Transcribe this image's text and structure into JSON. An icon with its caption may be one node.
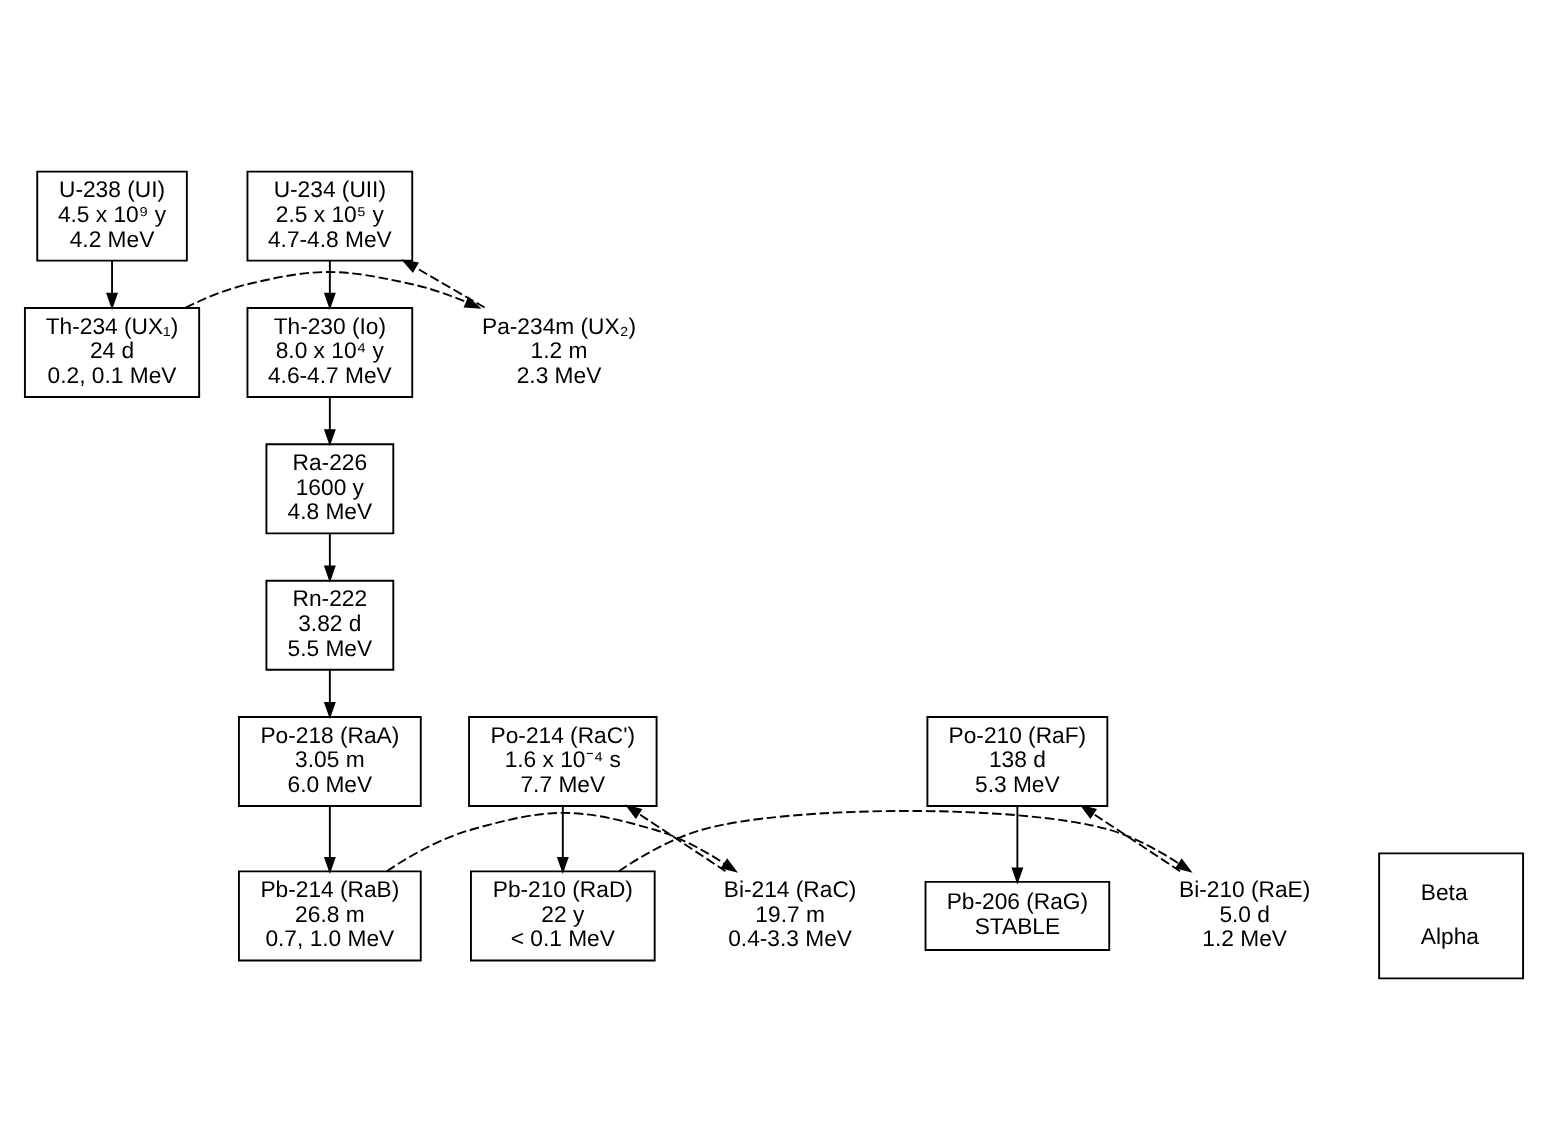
{
  "diagram": {
    "nodes": [
      {
        "text": [
          "U-238 (UI)",
          "4.5 x 10⁹ y",
          "4.2 MeV"
        ]
      },
      {
        "text": [
          "U-234 (UII)",
          "2.5 x 10⁵ y",
          "4.7-4.8 MeV"
        ]
      },
      {
        "text": [
          "Pa-234m (UX₂)",
          "1.2 m",
          "2.3 MeV"
        ]
      },
      {
        "text": [
          "Th-234 (UX₁)",
          "24 d",
          "0.2, 0.1 MeV"
        ]
      },
      {
        "text": [
          "Th-230 (Io)",
          "8.0 x 10⁴ y",
          "4.6-4.7 MeV"
        ]
      },
      {
        "text": [
          "Ra-226",
          "1600 y",
          "4.8 MeV"
        ]
      },
      {
        "text": [
          "Rn-222",
          "3.82 d",
          "5.5 MeV"
        ]
      },
      {
        "text": [
          "Po-218 (RaA)",
          "3.05 m",
          "6.0 MeV"
        ]
      },
      {
        "text": [
          "Po-214 (RaC')",
          "1.6 x 10⁻⁴ s",
          "7.7 MeV"
        ]
      },
      {
        "text": [
          "Po-210 (RaF)",
          "138 d",
          "5.3 MeV"
        ]
      },
      {
        "text": [
          "Bi-214 (RaC)",
          "19.7 m",
          "0.4-3.3 MeV"
        ]
      },
      {
        "text": [
          "Bi-210 (RaE)",
          "5.0 d",
          "1.2 MeV"
        ]
      },
      {
        "text": [
          "Pb-214 (RaB)",
          "26.8 m",
          "0.7, 1.0 MeV"
        ]
      },
      {
        "text": [
          "Pb-210 (RaD)",
          "22 y",
          "< 0.1 MeV"
        ]
      },
      {
        "text": [
          "Pb-206 (RaG)",
          "STABLE"
        ]
      }
    ],
    "edges": [
      {
        "from": 0,
        "to": 3,
        "arrow": "to"
      },
      {
        "from": 3,
        "to": 2,
        "arrow": "to",
        "style": "dashed"
      },
      {
        "from": 2,
        "to": 1,
        "arrow": "to",
        "style": "dashed"
      },
      {
        "from": 1,
        "to": 4,
        "arrow": "to"
      },
      {
        "from": 4,
        "to": 5,
        "arrow": "to"
      },
      {
        "from": 5,
        "to": 6,
        "arrow": "to"
      },
      {
        "from": 6,
        "to": 7,
        "arrow": "to"
      },
      {
        "from": 7,
        "to": 12,
        "arrow": "to"
      },
      {
        "from": 12,
        "to": 10,
        "arrow": "to",
        "style": "dashed"
      },
      {
        "from": 10,
        "to": 8,
        "arrow": "to",
        "style": "dashed"
      },
      {
        "from": 8,
        "to": 13,
        "arrow": "to"
      },
      {
        "from": 13,
        "to": 11,
        "arrow": "to",
        "style": "dashed"
      },
      {
        "from": 11,
        "to": 9,
        "arrow": "to",
        "style": "dashed"
      },
      {
        "from": 9,
        "to": 14,
        "arrow": "to"
      }
    ],
    "legend": [
      {
        "text": "Beta"
      },
      {
        "text": "Alpha"
      }
    ]
  }
}
